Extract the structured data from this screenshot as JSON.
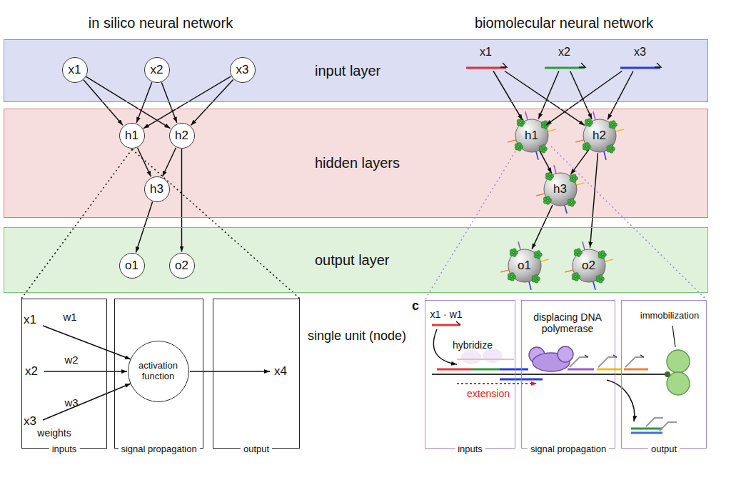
{
  "diagram": {
    "nodes": [
      {
        "text": [
          "input layer"
        ]
      },
      {
        "text": [
          "x1"
        ],
        "in": 0
      },
      {
        "text": [
          "x2"
        ],
        "in": 0
      },
      {
        "text": [
          "x3"
        ],
        "in": 0
      },
      {
        "text": [
          "x1"
        ],
        "in": 0
      },
      {
        "text": [
          "x2"
        ],
        "in": 0
      },
      {
        "text": [
          "x3"
        ],
        "in": 0
      },
      {
        "text": [
          "hidden layers"
        ]
      },
      {
        "text": [
          "h1"
        ],
        "in": 7
      },
      {
        "text": [
          "h2"
        ],
        "in": 7
      },
      {
        "text": [
          "h3"
        ],
        "in": 7
      },
      {
        "text": [
          "h1"
        ],
        "in": 7
      },
      {
        "text": [
          "h2"
        ],
        "in": 7
      },
      {
        "text": [
          "h3"
        ],
        "in": 7
      },
      {
        "text": [
          "output layer"
        ]
      },
      {
        "text": [
          "o1"
        ],
        "in": 14
      },
      {
        "text": [
          "o2"
        ],
        "in": 14
      },
      {
        "text": [
          "o1"
        ],
        "in": 14
      },
      {
        "text": [
          "o2"
        ],
        "in": 14
      },
      {
        "text": [
          "inputs"
        ]
      },
      {
        "text": [
          "signal propagation"
        ]
      },
      {
        "text": [
          "activation function"
        ],
        "in": 20
      },
      {
        "text": [
          "output"
        ]
      },
      {
        "text": [
          "inputs"
        ]
      },
      {
        "text": [
          "signal propagation"
        ]
      },
      {
        "text": [
          "output"
        ]
      }
    ],
    "edges": [
      {
        "from": 1,
        "to": 8,
        "arrow": "to"
      },
      {
        "from": 1,
        "to": 9,
        "arrow": "to"
      },
      {
        "from": 2,
        "to": 8,
        "arrow": "to"
      },
      {
        "from": 2,
        "to": 9,
        "arrow": "to"
      },
      {
        "from": 3,
        "to": 8,
        "arrow": "to"
      },
      {
        "from": 3,
        "to": 9,
        "arrow": "to"
      },
      {
        "from": 8,
        "to": 10,
        "arrow": "to"
      },
      {
        "from": 9,
        "to": 10,
        "arrow": "to"
      },
      {
        "from": 10,
        "to": 15,
        "arrow": "to"
      },
      {
        "from": 9,
        "to": 16,
        "arrow": "to"
      },
      {
        "from": 4,
        "to": 11,
        "arrow": "to"
      },
      {
        "from": 4,
        "to": 12,
        "arrow": "to"
      },
      {
        "from": 5,
        "to": 11,
        "arrow": "to"
      },
      {
        "from": 5,
        "to": 12,
        "arrow": "to"
      },
      {
        "from": 6,
        "to": 11,
        "arrow": "to"
      },
      {
        "from": 6,
        "to": 12,
        "arrow": "to"
      },
      {
        "from": 11,
        "to": 13,
        "arrow": "to"
      },
      {
        "from": 12,
        "to": 13,
        "arrow": "to"
      },
      {
        "from": 13,
        "to": 17,
        "arrow": "to"
      },
      {
        "from": 12,
        "to": 18,
        "arrow": "to"
      }
    ],
    "labels": [
      "in silico neural network",
      "biomolecular neural network",
      "single unit (node)",
      "x1",
      "w1",
      "x2",
      "w2",
      "x3",
      "w3",
      "weights",
      "x4",
      "c",
      "x1 · w1",
      "hybridize",
      "displacing DNA polymerase",
      "extension",
      "immobilization"
    ]
  }
}
